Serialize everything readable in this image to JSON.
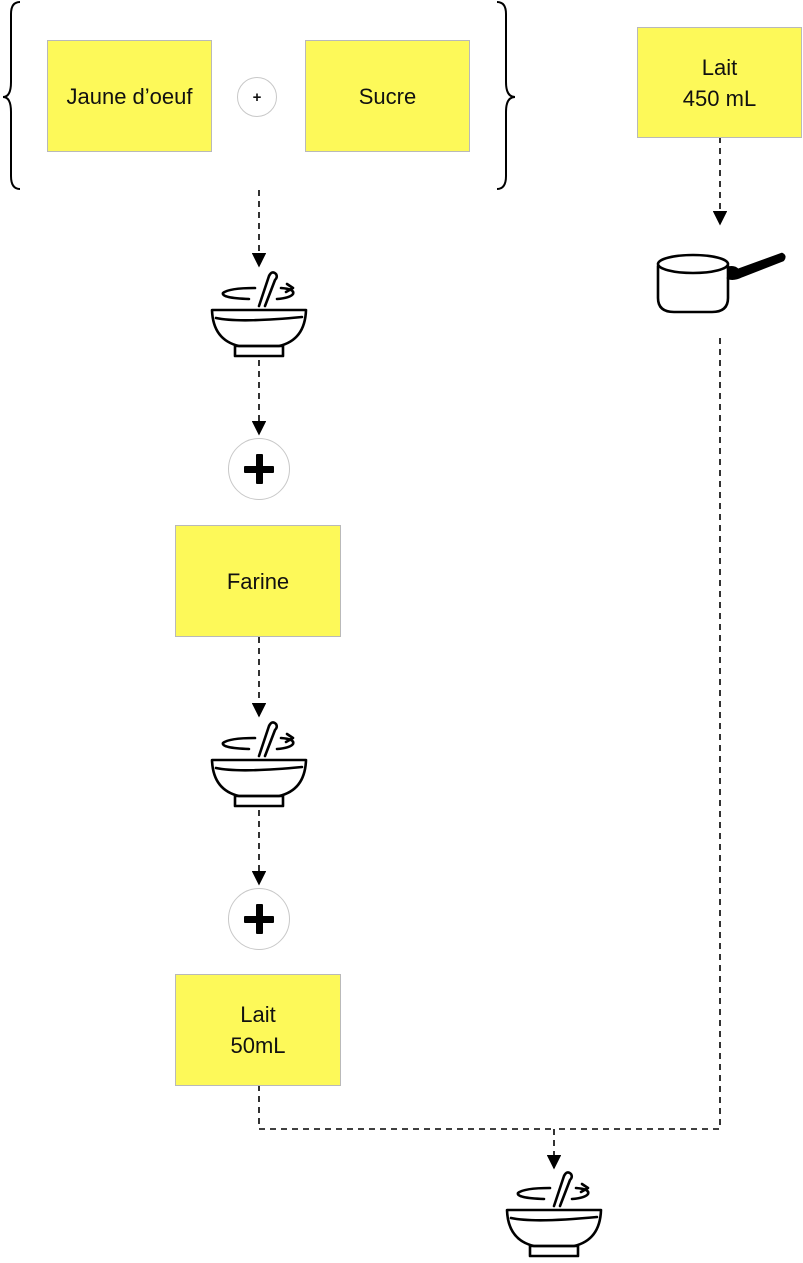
{
  "ingredients": {
    "egg_yolk": "Jaune d’oeuf",
    "sugar": "Sucre",
    "flour": "Farine",
    "milk_main": {
      "line1": "Lait",
      "line2": "450 mL"
    },
    "milk_small": {
      "line1": "Lait",
      "line2": "50mL"
    }
  },
  "operators": {
    "combine_small": "+"
  },
  "icons": {
    "mix": "mixing-bowl-icon",
    "heat": "saucepan-icon",
    "combine": "plus-icon"
  },
  "colors": {
    "box_fill": "#fdf959",
    "line": "#000000"
  }
}
